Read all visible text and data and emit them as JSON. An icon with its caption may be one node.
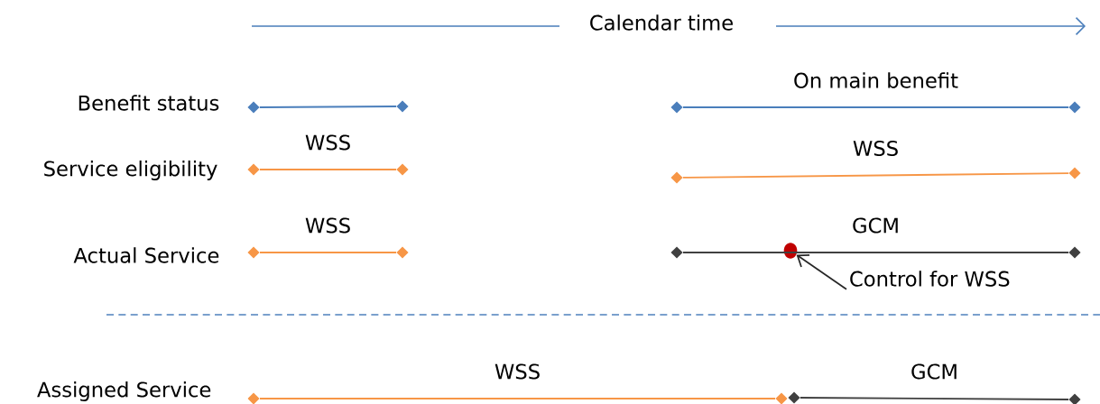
{
  "diagram": {
    "nodes": [
      {
        "text": [],
        "shape": "diamond"
      },
      {
        "text": [],
        "shape": "diamond"
      },
      {
        "text": [],
        "shape": "diamond"
      },
      {
        "text": [],
        "shape": "diamond"
      },
      {
        "text": [],
        "shape": "diamond"
      },
      {
        "text": [],
        "shape": "diamond"
      },
      {
        "text": [],
        "shape": "diamond"
      },
      {
        "text": [],
        "shape": "diamond"
      },
      {
        "text": [],
        "shape": "diamond"
      },
      {
        "text": [],
        "shape": "diamond"
      },
      {
        "text": [],
        "shape": "diamond"
      },
      {
        "text": [],
        "shape": "circle"
      },
      {
        "text": [],
        "shape": "diamond"
      },
      {
        "text": [
          "Control for WSS"
        ]
      },
      {
        "text": [],
        "shape": "diamond"
      },
      {
        "text": [],
        "shape": "diamond"
      },
      {
        "text": [],
        "shape": "diamond"
      },
      {
        "text": [],
        "shape": "diamond"
      }
    ],
    "edges": [
      {
        "from": 0,
        "to": 1,
        "arrow": "none",
        "color": "#4a7ebb"
      },
      {
        "from": 2,
        "to": 3,
        "arrow": "none",
        "label": "On main benefit",
        "color": "#4a7ebb"
      },
      {
        "from": 4,
        "to": 5,
        "arrow": "none",
        "label": "WSS"
      },
      {
        "from": 6,
        "to": 7,
        "arrow": "none",
        "label": "WSS"
      },
      {
        "from": 8,
        "to": 9,
        "arrow": "none",
        "label": "WSS"
      },
      {
        "from": 10,
        "to": 12,
        "arrow": "none",
        "label": "GCM",
        "color": "#404040"
      },
      {
        "from": 13,
        "to": 11,
        "arrow": "to",
        "color": "#262626"
      },
      {
        "from": 14,
        "to": 15,
        "arrow": "none",
        "label": "WSS"
      },
      {
        "from": 16,
        "to": 17,
        "arrow": "none",
        "label": "GCM",
        "color": "#404040"
      }
    ],
    "labels": [
      "Calendar time",
      "Benefit status",
      "Service eligibility",
      "Actual Service",
      "Assigned Service"
    ]
  }
}
